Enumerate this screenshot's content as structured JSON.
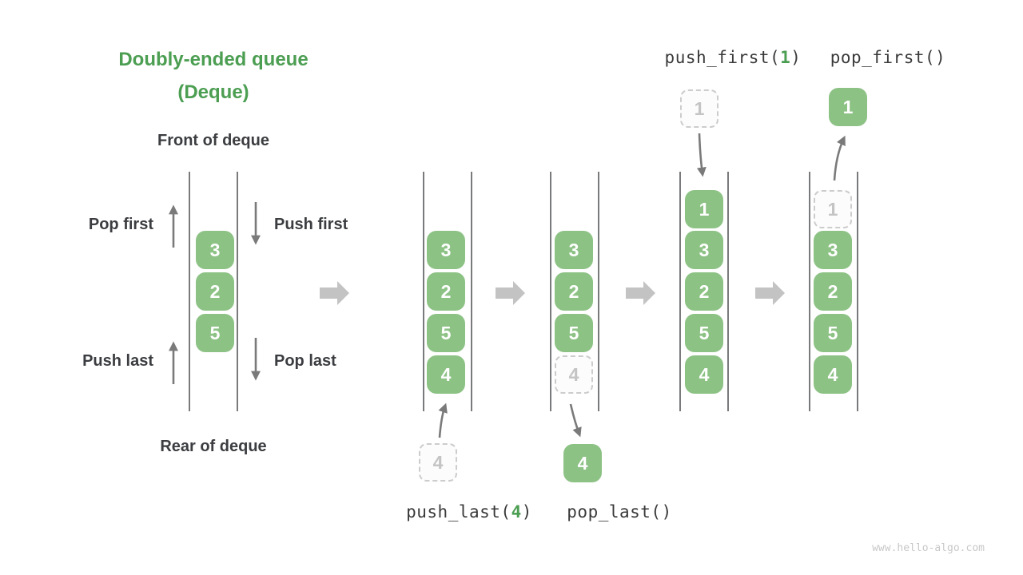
{
  "title": {
    "line1": "Doubly-ended queue",
    "line2": "(Deque)"
  },
  "labels": {
    "front": "Front of deque",
    "rear": "Rear of deque",
    "pop_first": "Pop first",
    "push_first": "Push first",
    "push_last": "Push last",
    "pop_last": "Pop last"
  },
  "ops": {
    "push_first": {
      "prefix": "push_first(",
      "arg": "1",
      "suffix": ")"
    },
    "pop_first": {
      "label": "pop_first()"
    },
    "push_last": {
      "prefix": "push_last(",
      "arg": "4",
      "suffix": ")"
    },
    "pop_last": {
      "label": "pop_last()"
    }
  },
  "columns": {
    "a": {
      "cells": [
        "3",
        "2",
        "5"
      ]
    },
    "b": {
      "cells": [
        "3",
        "2",
        "5",
        "4"
      ],
      "incoming": "4"
    },
    "c": {
      "cells": [
        "3",
        "2",
        "5",
        "4"
      ],
      "outgoing": "4"
    },
    "d": {
      "cells": [
        "1",
        "3",
        "2",
        "5",
        "4"
      ],
      "incoming": "1"
    },
    "e": {
      "cells": [
        "1",
        "3",
        "2",
        "5",
        "4"
      ],
      "outgoing": "1"
    }
  },
  "watermark": "www.hello-algo.com",
  "colors": {
    "accent_green": "#4c9e52",
    "cell_green": "#8dc285",
    "cell_text": "#ffffff",
    "dark_text": "#3b3d40",
    "wall_line": "#58595b",
    "thin_arrow": "#7a7a7a",
    "block_arrow": "#c3c3c3",
    "dashed_border": "#cccccc",
    "dashed_text": "#c4c4c4",
    "watermark_text": "#c8c8c8"
  }
}
